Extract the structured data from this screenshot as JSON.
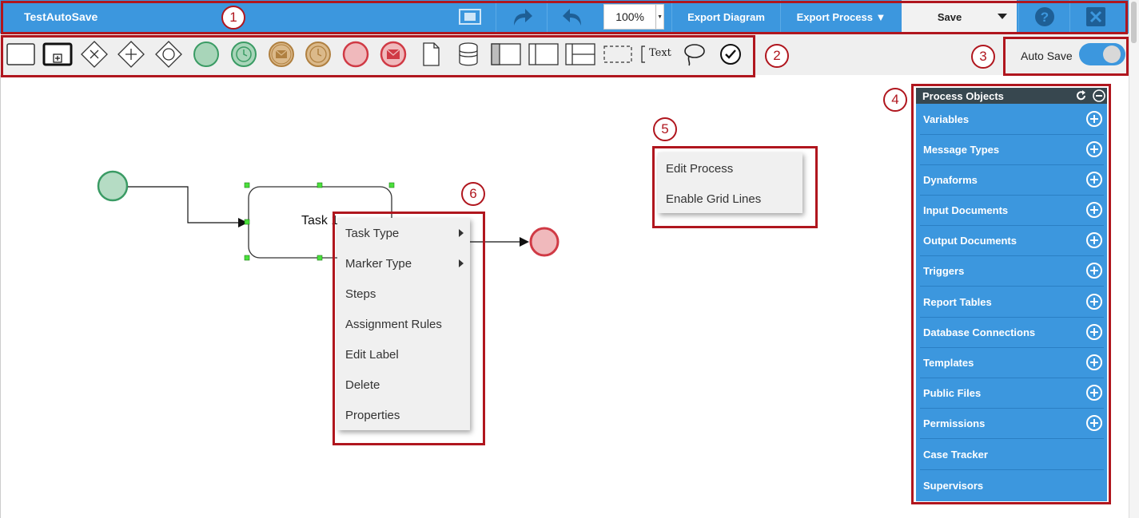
{
  "header": {
    "title": "TestAutoSave",
    "zoom": "100%",
    "export_diagram": "Export Diagram",
    "export_process": "Export Process ▼",
    "save": "Save"
  },
  "autosave": {
    "label": "Auto Save",
    "enabled": true
  },
  "diagram": {
    "task_label": "Task 1"
  },
  "canvas_menu": {
    "items": [
      "Edit Process",
      "Enable Grid Lines"
    ]
  },
  "task_menu": {
    "items": [
      "Task Type",
      "Marker Type",
      "Steps",
      "Assignment Rules",
      "Edit Label",
      "Delete",
      "Properties"
    ]
  },
  "process_objects": {
    "title": "Process Objects",
    "items": [
      "Variables",
      "Message Types",
      "Dynaforms",
      "Input Documents",
      "Output Documents",
      "Triggers",
      "Report Tables",
      "Database Connections",
      "Templates",
      "Public Files",
      "Permissions",
      "Case Tracker",
      "Supervisors"
    ]
  },
  "annotations": [
    "1",
    "2",
    "3",
    "4",
    "5",
    "6"
  ],
  "toolbar": {
    "text_tool_label": "Text"
  },
  "colors": {
    "header_blue": "#3c97de",
    "annotation_red": "#b0161e",
    "start_green": "#b5dcc4",
    "end_red": "#f0b9bc"
  }
}
